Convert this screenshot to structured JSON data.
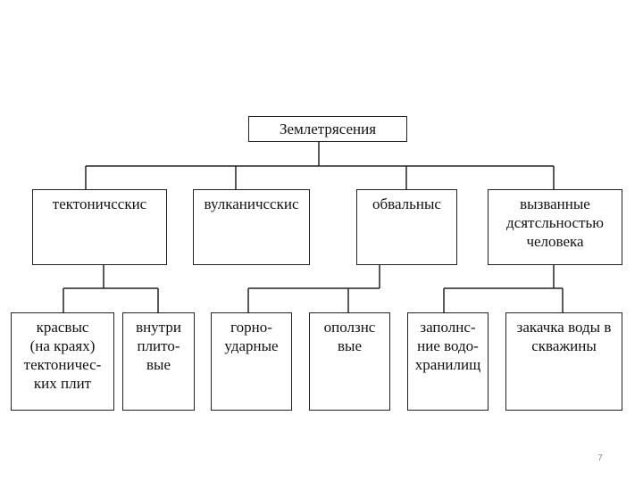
{
  "diagram": {
    "root": "Землетрясения",
    "categories": [
      {
        "label": "тектоничсскис",
        "children": [
          "красвыс\n(на краях)\nтектоничес-\nких плит",
          "внутри\nплито-\nвые"
        ]
      },
      {
        "label": "вулканичсскис",
        "children": []
      },
      {
        "label": "обвальныс",
        "children": [
          "горно-\nударные",
          "оползнс\nвые"
        ]
      },
      {
        "label": "вызванные\nдсятсльностью\nчеловека",
        "children": [
          "заполнс-\nние водо-\nхранилищ",
          "закачка воды в\nскважины"
        ]
      }
    ]
  },
  "page_number": "7"
}
